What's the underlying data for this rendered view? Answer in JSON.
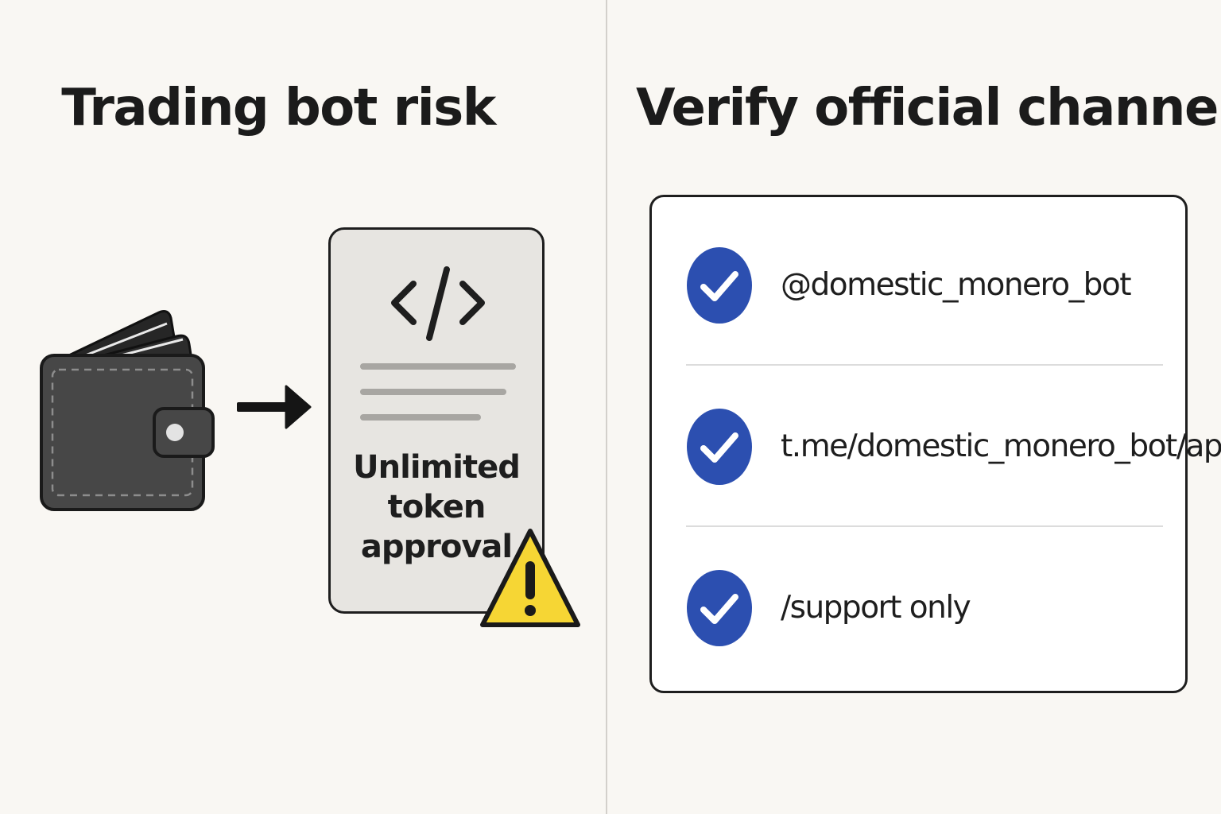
{
  "left_panel": {
    "title": "Trading bot risk",
    "wallet_icon": "wallet-icon",
    "arrow_icon": "arrow-right-icon",
    "contract_card": {
      "icon": "code-icon",
      "label_lines": [
        "Unlimited",
        "token",
        "approval"
      ],
      "warning_icon": "warning-icon"
    }
  },
  "right_panel": {
    "title": "Verify official channel",
    "items": [
      {
        "icon": "checkmark-icon",
        "text": "@domestic_monero_bot"
      },
      {
        "icon": "checkmark-icon",
        "text": "t.me/domestic_monero_bot/app"
      },
      {
        "icon": "checkmark-icon",
        "text": "/support only"
      }
    ]
  },
  "colors": {
    "background": "#f9f7f3",
    "check_blue": "#2c4fb0",
    "warning_yellow": "#f6d634",
    "wallet_dark": "#454545",
    "card_gray": "#e7e5e1"
  }
}
